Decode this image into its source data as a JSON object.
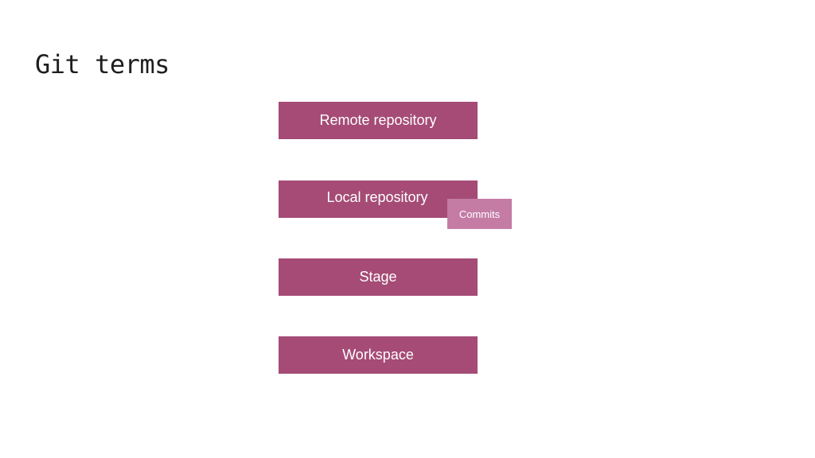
{
  "title": "Git terms",
  "layers": {
    "remote": "Remote repository",
    "local": "Local repository",
    "stage": "Stage",
    "workspace": "Workspace"
  },
  "commits_label": "Commits",
  "colors": {
    "layer_fill": "#a54b76",
    "commits_fill": "#c47ba4",
    "title_text": "#1e1e1e",
    "label_text": "#ffffff"
  }
}
